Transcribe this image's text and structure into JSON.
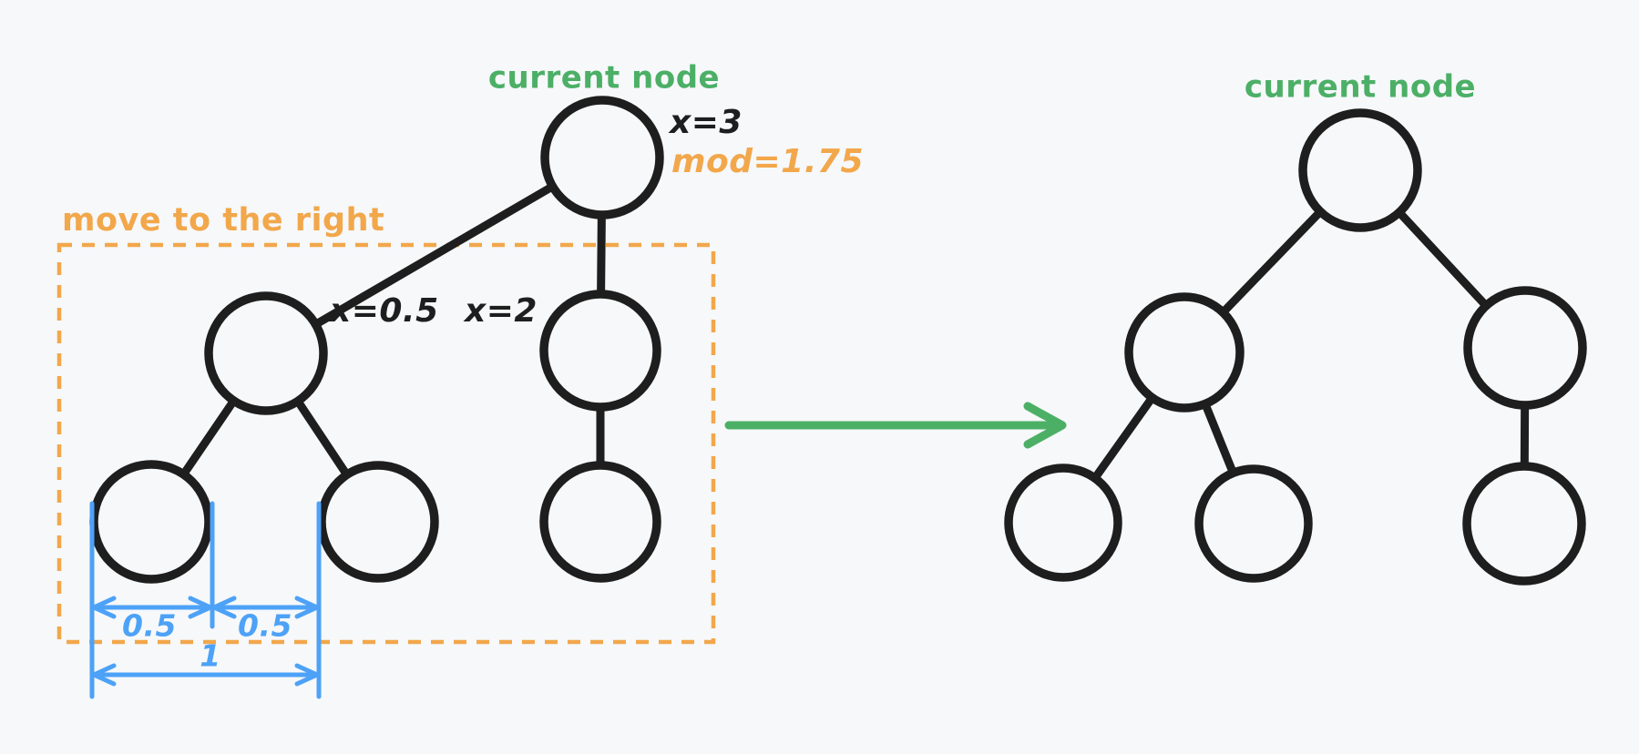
{
  "colors": {
    "background": "#f6f8fa",
    "ink": "#1e1e1e",
    "green": "#4caf66",
    "orange": "#f2a74b",
    "blue": "#4da2f7"
  },
  "left_tree": {
    "title": "current node",
    "annotations": {
      "root_x": "x=3",
      "root_mod": "mod=1.75",
      "left_child_x": "x=0.5",
      "right_child_x": "x=2"
    },
    "box_label": "move to the right",
    "measurements": {
      "left_half": "0.5",
      "right_half": "0.5",
      "total": "1"
    },
    "structure": "root with left subtree (child having two leaves) and right subtree (child having one leaf); dashed box marks left subtree to shift right"
  },
  "right_tree": {
    "title": "current node",
    "structure": "same tree after shift: root with left child (two leaves) and right child (one leaf)"
  },
  "transform_arrow": {
    "icon": "right-arrow-icon",
    "meaning": "result after moving subtree"
  }
}
